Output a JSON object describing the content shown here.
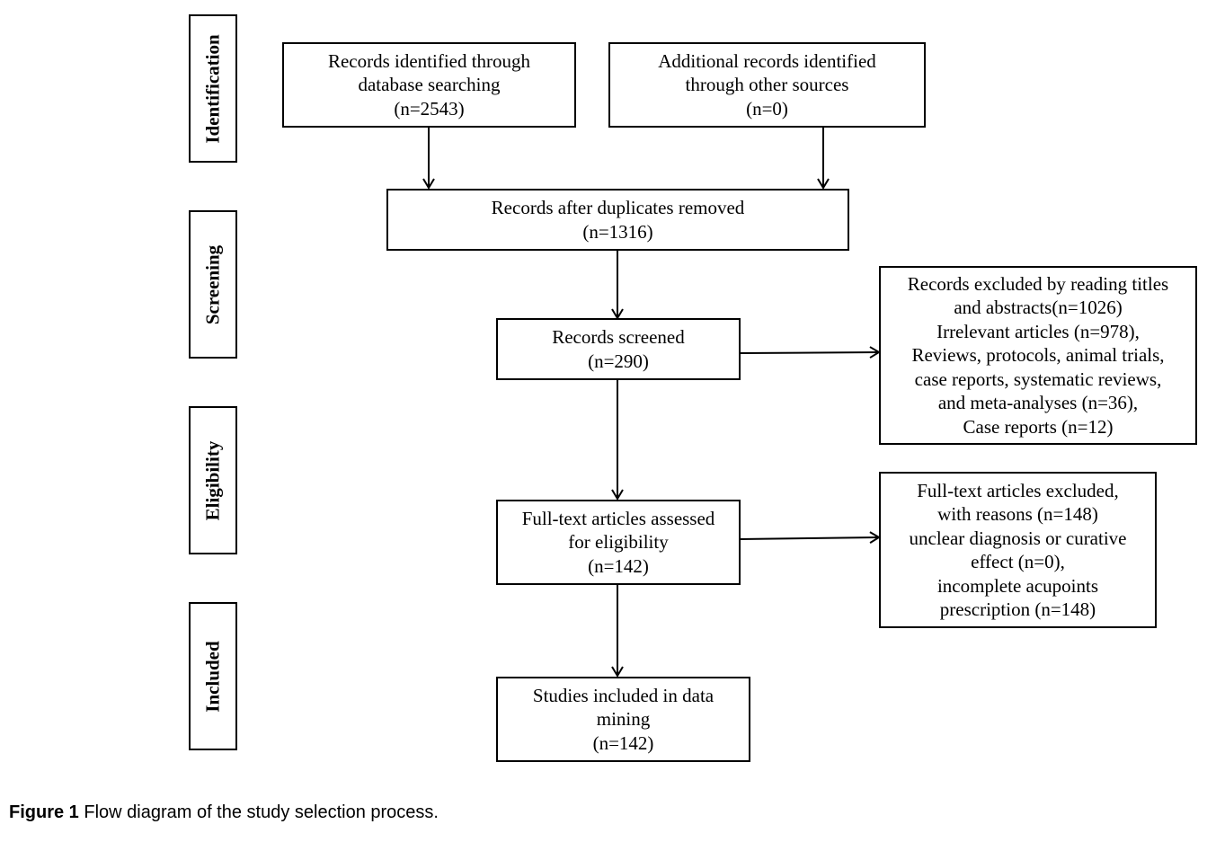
{
  "stages": [
    {
      "id": "identification",
      "label": "Identification"
    },
    {
      "id": "screening",
      "label": "Screening"
    },
    {
      "id": "eligibility",
      "label": "Eligibility"
    },
    {
      "id": "included",
      "label": "Included"
    }
  ],
  "boxes": {
    "database_search": [
      "Records identified through",
      "database searching",
      "(n=2543)"
    ],
    "other_sources": [
      "Additional records identified",
      "through other sources",
      "(n=0)"
    ],
    "duplicates_removed": [
      "Records after duplicates removed",
      "(n=1316)"
    ],
    "screened": [
      "Records screened",
      "(n=290)"
    ],
    "excluded_titles": [
      "Records excluded by reading titles",
      "and abstracts(n=1026)",
      "Irrelevant articles (n=978),",
      "Reviews, protocols, animal trials,",
      "case reports, systematic reviews,",
      "and meta-analyses (n=36),",
      "Case reports (n=12)"
    ],
    "fulltext_assessed": [
      "Full-text articles assessed",
      "for eligibility",
      "(n=142)"
    ],
    "fulltext_excluded": [
      "Full-text articles excluded,",
      "with reasons (n=148)",
      "unclear diagnosis or curative",
      "effect (n=0),",
      "incomplete acupoints",
      "prescription (n=148)"
    ],
    "included": [
      "Studies included in data",
      "mining",
      "(n=142)"
    ]
  },
  "caption": {
    "label": "Figure 1",
    "text": " Flow diagram of the study selection process."
  },
  "colors": {
    "line": "#000000",
    "background": "#ffffff"
  }
}
